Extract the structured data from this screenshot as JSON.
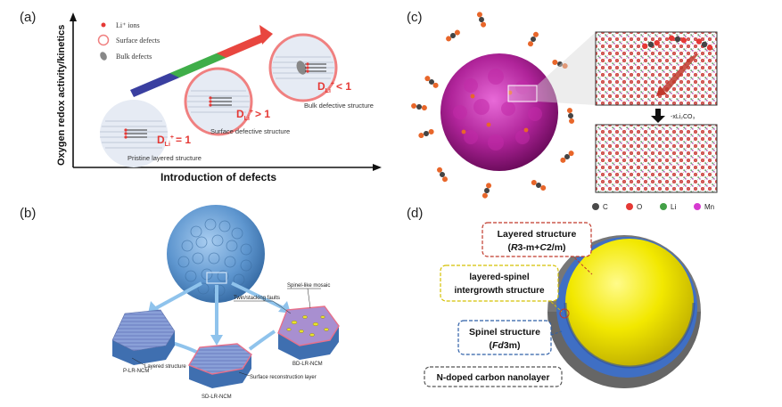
{
  "panel_a": {
    "label": "(a)",
    "y_axis": "Oxygen redox activity/kinetics",
    "x_axis": "Introduction of defects",
    "legend": [
      {
        "symbol": "red-dot",
        "text": "Li⁺ ions"
      },
      {
        "symbol": "pink-ring",
        "text": "Surface defects"
      },
      {
        "symbol": "gray-blob",
        "text": "Bulk defects"
      }
    ],
    "states": [
      {
        "d_label": "D",
        "d_sub": "Li",
        "d_sup": "+",
        "d_rel": "= 1",
        "caption": "Pristine layered structure"
      },
      {
        "d_label": "D",
        "d_sub": "Li",
        "d_sup": "+",
        "d_rel": "> 1",
        "caption": "Surface defective structure"
      },
      {
        "d_label": "D",
        "d_sub": "Li",
        "d_sup": "+",
        "d_rel": "< 1",
        "caption": "Bulk defective structure"
      }
    ]
  },
  "panel_b": {
    "label": "(b)",
    "annotations": [
      "Twin/stacking faults",
      "Spinel-like mosaic",
      "Layered structure",
      "Surface reconstruction layer"
    ],
    "samples": [
      "P-LR-NCM",
      "SD-LR-NCM",
      "BD-LR-NCM"
    ]
  },
  "panel_c": {
    "label": "(c)",
    "reaction": "-xLi₂CO₃",
    "legend": [
      {
        "name": "C",
        "color": "#4a4a4a"
      },
      {
        "name": "O",
        "color": "#e53935"
      },
      {
        "name": "Li",
        "color": "#43a047"
      },
      {
        "name": "Mn",
        "color": "#d63ad0"
      }
    ]
  },
  "panel_d": {
    "label": "(d)",
    "callouts": {
      "layered": {
        "line1": "Layered structure",
        "line2_pre": "(",
        "line2_it1": "R",
        "line2_mid": "3-m+",
        "line2_it2": "C",
        "line2_post": "2/m)"
      },
      "intergrowth": {
        "line1": "layered-spinel",
        "line2": "intergrowth structure"
      },
      "spinel": {
        "line1": "Spinel structure",
        "line2_pre": "(",
        "line2_it": "Fd",
        "line2_post": "3m)"
      },
      "carbon": {
        "line1": "N-doped carbon nanolayer"
      }
    },
    "colors": {
      "layered": "#c0392b",
      "intergrowth": "#d4c000",
      "spinel": "#2e5fa8",
      "carbon": "#555555"
    }
  }
}
